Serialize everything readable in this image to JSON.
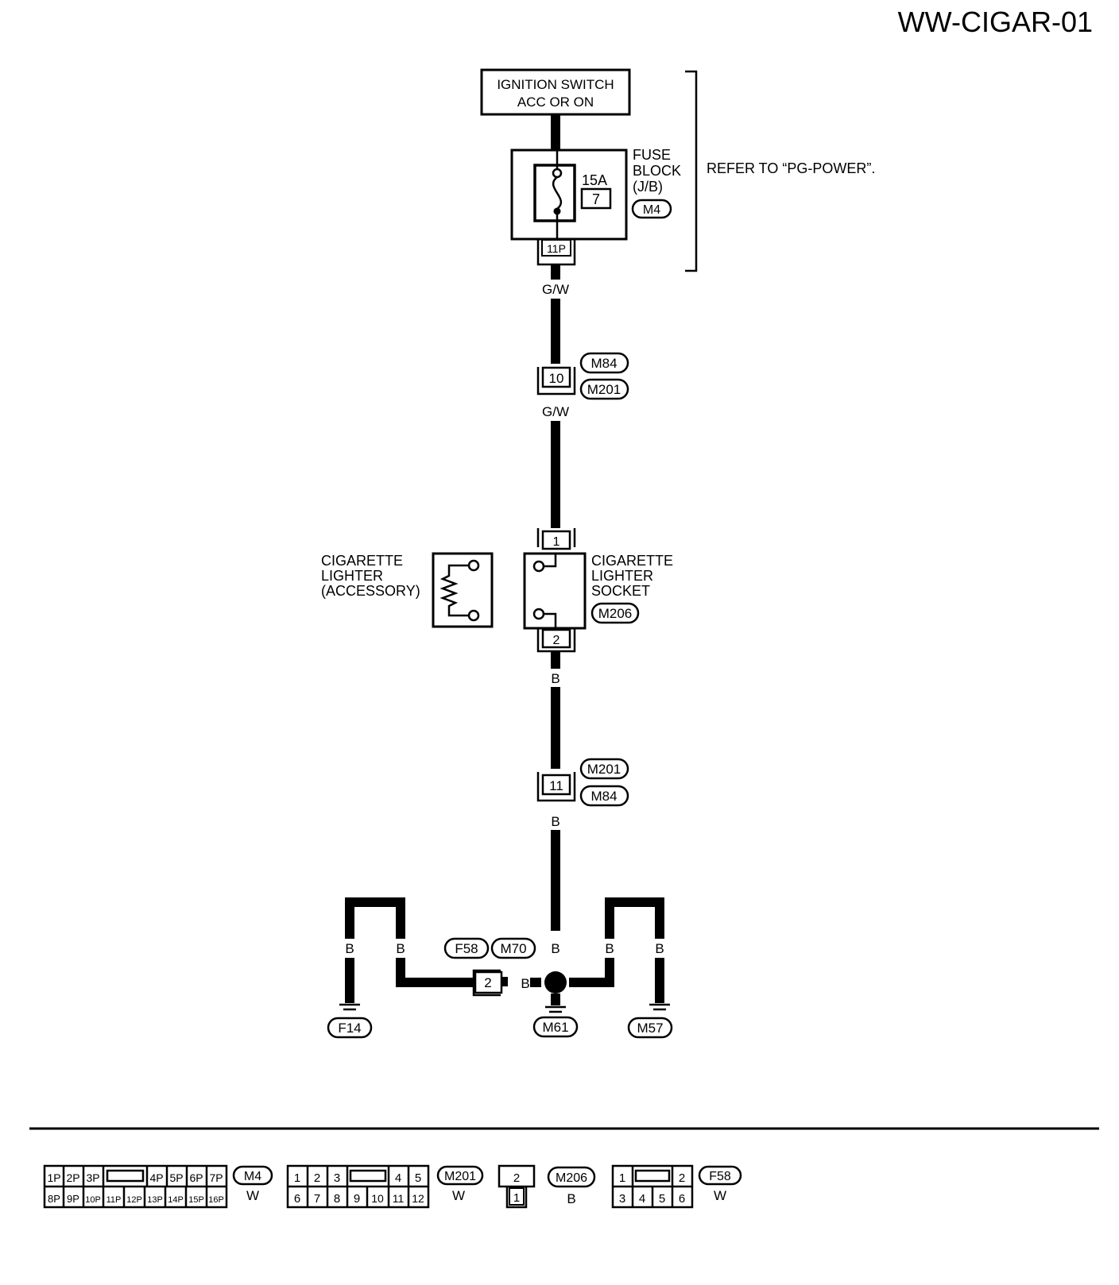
{
  "page_id": "WW-CIGAR-01",
  "ignition_switch": {
    "line1": "IGNITION SWITCH",
    "line2": "ACC OR ON"
  },
  "fuse_block": {
    "line1": "FUSE",
    "line2": "BLOCK",
    "line3": "(J/B)",
    "connector": "M4",
    "amperage": "15A",
    "fuse_number": "7",
    "terminal": "11P"
  },
  "refer_note": "REFER TO “PG-POWER”.",
  "wires": {
    "gw_top": "G/W",
    "gw_mid": "G/W",
    "b_socket": "B",
    "b_lower": "B",
    "b_ground_center": "B",
    "b_splice": "B",
    "b_f14_left": "B",
    "b_f14_right": "B",
    "b_m57_left": "B",
    "b_m57_right": "B"
  },
  "connector_10": {
    "pin": "10",
    "tag_top": "M84",
    "tag_bottom": "M201"
  },
  "connector_11": {
    "pin": "11",
    "tag_top": "M201",
    "tag_bottom": "M84"
  },
  "lighter_accessory": {
    "line1": "CIGARETTE",
    "line2": "LIGHTER",
    "line3": "(ACCESSORY)"
  },
  "lighter_socket": {
    "line1": "CIGARETTE",
    "line2": "LIGHTER",
    "line3": "SOCKET",
    "connector": "M206",
    "pin_top": "1",
    "pin_bottom": "2"
  },
  "ground_connector": {
    "pin": "2",
    "tag_left": "F58",
    "tag_right": "M70"
  },
  "grounds": {
    "left": "F14",
    "center": "M61",
    "right": "M57"
  },
  "legend": {
    "m4": {
      "tag": "M4",
      "color": "W",
      "row1": [
        "1P",
        "2P",
        "3P",
        "4P",
        "5P",
        "6P",
        "7P"
      ],
      "row2": [
        "8P",
        "9P",
        "10P",
        "11P",
        "12P",
        "13P",
        "14P",
        "15P",
        "16P"
      ]
    },
    "m201": {
      "tag": "M201",
      "color": "W",
      "row1": [
        "1",
        "2",
        "3",
        "4",
        "5"
      ],
      "row2": [
        "6",
        "7",
        "8",
        "9",
        "10",
        "11",
        "12"
      ]
    },
    "m206": {
      "tag": "M206",
      "color": "B",
      "row1": [
        "2"
      ],
      "row2": [
        "1"
      ]
    },
    "f58": {
      "tag": "F58",
      "color": "W",
      "row1": [
        "1",
        "2"
      ],
      "row2": [
        "3",
        "4",
        "5",
        "6"
      ]
    }
  }
}
